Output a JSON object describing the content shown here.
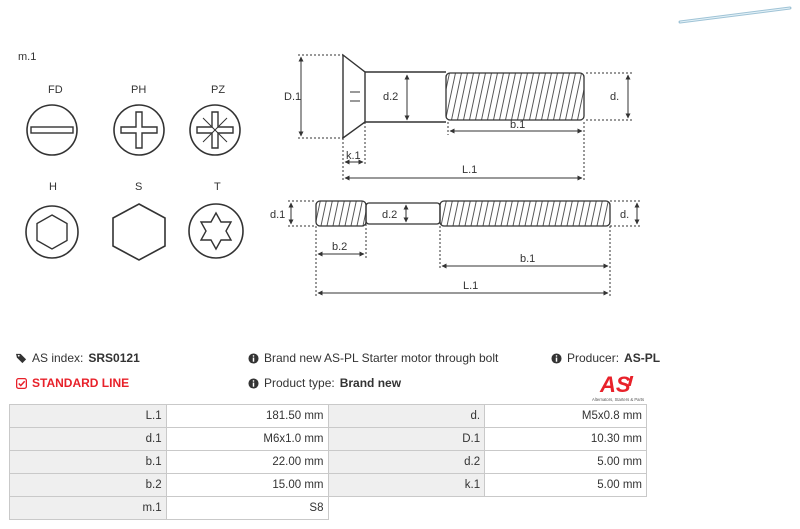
{
  "corner_label": "m.1",
  "head_types": [
    {
      "label": "FD",
      "icon": "slot-drive-icon"
    },
    {
      "label": "PH",
      "icon": "phillips-drive-icon"
    },
    {
      "label": "PZ",
      "icon": "pozidriv-drive-icon"
    },
    {
      "label": "H",
      "icon": "hex-socket-icon"
    },
    {
      "label": "S",
      "icon": "hex-head-icon"
    },
    {
      "label": "T",
      "icon": "torx-drive-icon"
    }
  ],
  "diagram": {
    "top_bolt": {
      "D1": "D.1",
      "d2": "d.2",
      "d": "d.",
      "b1": "b.1",
      "k1": "k.1",
      "L1": "L.1"
    },
    "bottom_bolt": {
      "d1": "d.1",
      "d2": "d.2",
      "d": "d.",
      "b2": "b.2",
      "b1": "b.1",
      "L1": "L.1"
    }
  },
  "info": {
    "index_label": "AS index:",
    "index_value": "SRS0121",
    "line_label": "STANDARD LINE",
    "description": "Brand new AS-PL Starter motor through bolt",
    "product_type_label": "Product type:",
    "product_type_value": "Brand new",
    "producer_label": "Producer:",
    "producer_value": "AS-PL",
    "logo_text": "AS",
    "logo_tagline": "Alternators, Starters & Parts"
  },
  "colors": {
    "accent": "#e8212a",
    "label_bg": "#efefef",
    "border": "#c9c9c9"
  },
  "specs": [
    {
      "l1": "L.1",
      "v1": "181.50 mm",
      "l2": "d.",
      "v2": "M5x0.8 mm"
    },
    {
      "l1": "d.1",
      "v1": "M6x1.0 mm",
      "l2": "D.1",
      "v2": "10.30 mm"
    },
    {
      "l1": "b.1",
      "v1": "22.00 mm",
      "l2": "d.2",
      "v2": "5.00 mm"
    },
    {
      "l1": "b.2",
      "v1": "15.00 mm",
      "l2": "k.1",
      "v2": "5.00 mm"
    },
    {
      "l1": "m.1",
      "v1": "S8"
    }
  ]
}
